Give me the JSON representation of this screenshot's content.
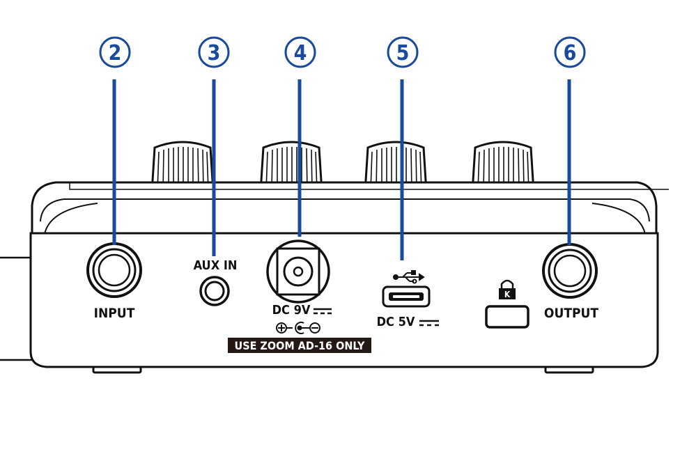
{
  "colors": {
    "callout": "#1a4a9c",
    "outline": "#111111",
    "background": "#ffffff",
    "label_bg": "#231815"
  },
  "callouts": [
    {
      "number": "2",
      "target": "input-jack"
    },
    {
      "number": "3",
      "target": "aux-in-jack"
    },
    {
      "number": "4",
      "target": "dc-9v-jack"
    },
    {
      "number": "5",
      "target": "usb-port"
    },
    {
      "number": "6",
      "target": "output-jack"
    }
  ],
  "labels": {
    "input": "INPUT",
    "aux_in": "AUX IN",
    "dc_9v": "DC 9V",
    "adapter_notice": "USE ZOOM AD-16 ONLY",
    "dc_5v": "DC 5V",
    "output": "OUTPUT"
  },
  "icons": {
    "usb": "usb-icon",
    "lock": "kensington-lock-icon",
    "polarity": "dc-polarity-icon"
  }
}
